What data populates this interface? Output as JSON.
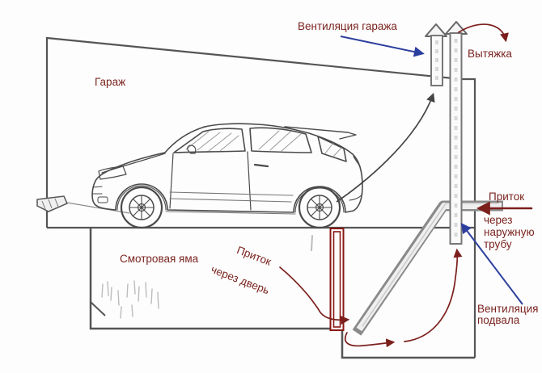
{
  "diagram": {
    "labels": {
      "garage": "Гараж",
      "garage_ventilation": "Вентиляция гаража",
      "exhaust": "Вытяжка",
      "inspection_pit": "Смотровая яма",
      "inflow_door": {
        "line1": "Приток",
        "line2": "через дверь"
      },
      "inflow_outer_pipe": {
        "line1": "Приток",
        "line2": "через",
        "line3": "наружную",
        "line4": "трубу"
      },
      "basement_ventilation": {
        "line1": "Вентиляция",
        "line2": "подвала"
      }
    },
    "colors": {
      "label_text": "#7a2420",
      "flow_arrow": "#7b1f1c",
      "pointer_arrow": "#2d3f9e",
      "line_art": "#555555",
      "door_frame": "#8a1713",
      "background": "#fdfdfd"
    }
  }
}
